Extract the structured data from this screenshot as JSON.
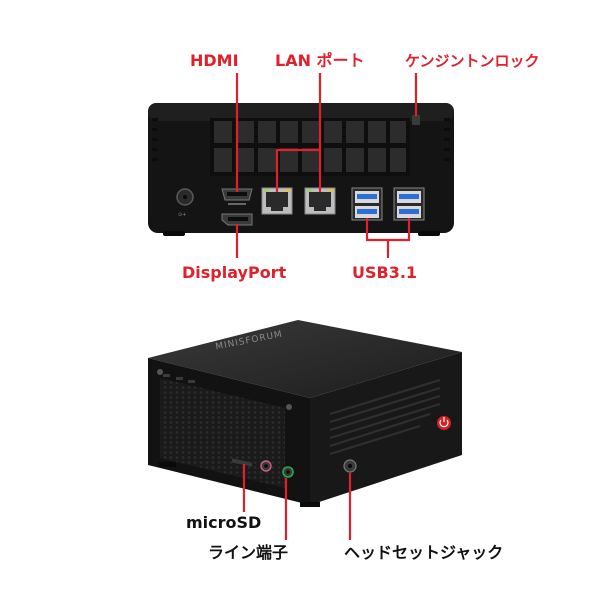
{
  "labels": {
    "hdmi": "HDMI",
    "lan": "LAN ポート",
    "kensington": "ケンジントンロック",
    "displayport": "DisplayPort",
    "usb": "USB3.1",
    "microsd": "microSD",
    "line_in": "ライン端子",
    "headset": "ヘッドセットジャック"
  },
  "brand_text": "MINISFORUM",
  "colors": {
    "callout_red": "#e0202a",
    "label_black": "#111111",
    "chassis": "#161616",
    "usb_blue": "#2b6fd6",
    "power_red": "#d42222",
    "jack_green": "#2aa84a",
    "jack_pink": "#d45a8a"
  }
}
